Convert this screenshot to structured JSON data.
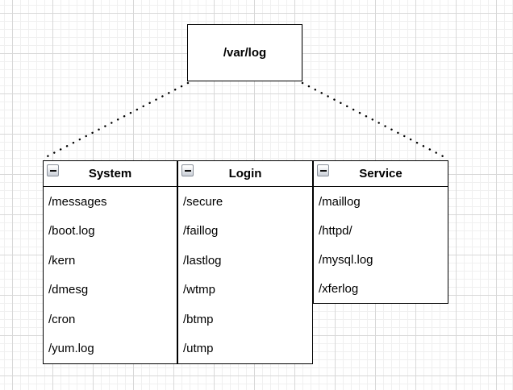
{
  "diagram": {
    "root_node": {
      "label": "/var/log"
    },
    "lists": [
      {
        "name": "system",
        "title": "System",
        "collapse_icon": "minus-icon",
        "items": [
          "/messages",
          "/boot.log",
          "/kern",
          "/dmesg",
          "/cron",
          "/yum.log"
        ]
      },
      {
        "name": "login",
        "title": "Login",
        "collapse_icon": "minus-icon",
        "items": [
          "/secure",
          "/faillog",
          "/lastlog",
          "/wtmp",
          "/btmp",
          "/utmp"
        ]
      },
      {
        "name": "service",
        "title": "Service",
        "collapse_icon": "minus-icon",
        "items": [
          "/maillog",
          "/httpd/",
          "/mysql.log",
          "/xferlog"
        ]
      }
    ],
    "connectors": [
      {
        "from": "/var/log",
        "to": "System",
        "style": "dotted"
      },
      {
        "from": "/var/log",
        "to": "Service",
        "style": "dotted"
      }
    ],
    "colors": {
      "stroke": "#000000",
      "fill": "#ffffff",
      "grid_minor": "#f0f0f0",
      "grid_major": "#d8d8d8"
    }
  }
}
